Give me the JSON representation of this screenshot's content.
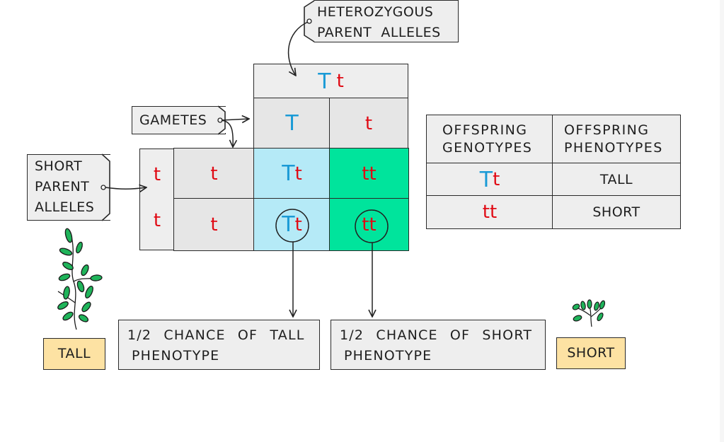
{
  "labels": {
    "heterozygous_parent": [
      "HETEROZYGOUS",
      "PARENT  ALLELES"
    ],
    "gametes": "GAMETES",
    "short_parent": [
      "SHORT",
      "PARENT",
      "ALLELES"
    ]
  },
  "punnett": {
    "top_parent": [
      {
        "allele": "T",
        "dominant": true
      },
      {
        "allele": "t",
        "dominant": false
      }
    ],
    "top_gametes": [
      {
        "allele": "T",
        "dominant": true
      },
      {
        "allele": "t",
        "dominant": false
      }
    ],
    "left_parent": [
      "t",
      "t"
    ],
    "left_gametes": [
      "t",
      "t"
    ],
    "cells": [
      [
        {
          "a": "T",
          "b": "t",
          "fill": "tall"
        },
        {
          "a": "t",
          "b": "t",
          "fill": "short"
        }
      ],
      [
        {
          "a": "T",
          "b": "t",
          "fill": "tall",
          "circled": true
        },
        {
          "a": "t",
          "b": "t",
          "fill": "short",
          "circled": true
        }
      ]
    ]
  },
  "offspring_table": {
    "headers": [
      [
        "OFFSPRING",
        "GENOTYPES"
      ],
      [
        "OFFSPRING",
        "PHENOTYPES"
      ]
    ],
    "rows": [
      {
        "genotype_a": "T",
        "genotype_b": "t",
        "phenotype": "TALL"
      },
      {
        "genotype_a": "t",
        "genotype_b": "t",
        "phenotype": "SHORT"
      }
    ]
  },
  "outcomes": {
    "tall": {
      "line1": "1/2 CHANCE OF TALL",
      "line2": "PHENOTYPE"
    },
    "short": {
      "line1": "1/2 CHANCE OF SHORT",
      "line2": "PHENOTYPE"
    }
  },
  "plants": {
    "tall_label": "TALL",
    "short_label": "SHORT"
  },
  "colors": {
    "dominant": "#1a9ad6",
    "recessive": "#e00a14",
    "tall_cell": "#b5eaf7",
    "short_cell": "#00e49c",
    "label_yellow": "#fde2a3",
    "leaf_green": "#1fb45a"
  }
}
